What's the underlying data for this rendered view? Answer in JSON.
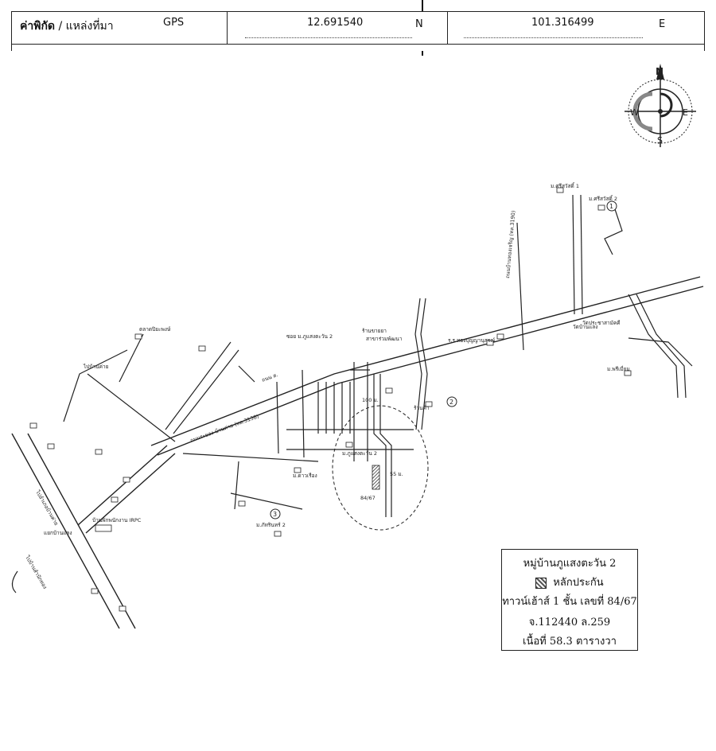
{
  "header": {
    "label_bold": "ค่าพิกัด",
    "label_rest": " / แหล่งที่มา",
    "source": "GPS",
    "lat": "12.691540",
    "lat_unit": "N",
    "lon": "101.316499",
    "lon_unit": "E"
  },
  "compass": {
    "north": "N",
    "south": "S",
    "east": "E",
    "west": "W"
  },
  "map_labels": {
    "road_main": "ถนนระยอง-บ้านค่าย (ทล.3138)",
    "road_main2": "ถนน ส.",
    "road_right": "ถนนบ้านทองเจริญ (ทล.3190)",
    "soi_top": "ซอย ม.ภูแสงตะวัน 2",
    "pharmacy": "ร้านขายยา",
    "branch": "สาขาร่วมพัฒนา",
    "village_top1": "ม.ศรีสวัสดิ์ 1",
    "village_top2": "ม.ศรีสวัสดิ์ 2",
    "village_right": "ม.พรีเมี่ยม",
    "temple": "วัดประชาสามัคคี",
    "school": "ร.ร.ทองบุญญานุสรณ์",
    "market": "ตลาดปิยะพงษ์",
    "left_road": "ไปบ้านค่าย",
    "left_road2": "ไปบ้านสำนักทอง",
    "left_road3": "ไปอำเภอบ้านค่าย",
    "junction": "แยกบ้านแลง",
    "irpc": "บ้านพักพนักงาน IRPC",
    "distance1": "100 ม.",
    "distance2": "55 ม.",
    "plot": "84/67",
    "temple2": "วัดบ้านแลง",
    "shop": "ร้านค้า",
    "village_c": "ม.ภูแสงตะวัน 2",
    "village_b": "ม.ภัทรินทร์ 2",
    "village_d": "ม.ดาวเรือง",
    "badge1": "1",
    "badge2": "2",
    "badge3": "3"
  },
  "legend": {
    "title": "หมู่บ้านภูแสงตะวัน 2",
    "symbol_label": "หลักประกัน",
    "line2": "ทาวน์เฮ้าส์ 1 ชั้น เลขที่ 84/67",
    "line3": "จ.112440 ล.259",
    "line4": "เนื้อที่ 58.3 ตารางวา"
  },
  "colors": {
    "ink": "#222222",
    "paper": "#ffffff"
  }
}
